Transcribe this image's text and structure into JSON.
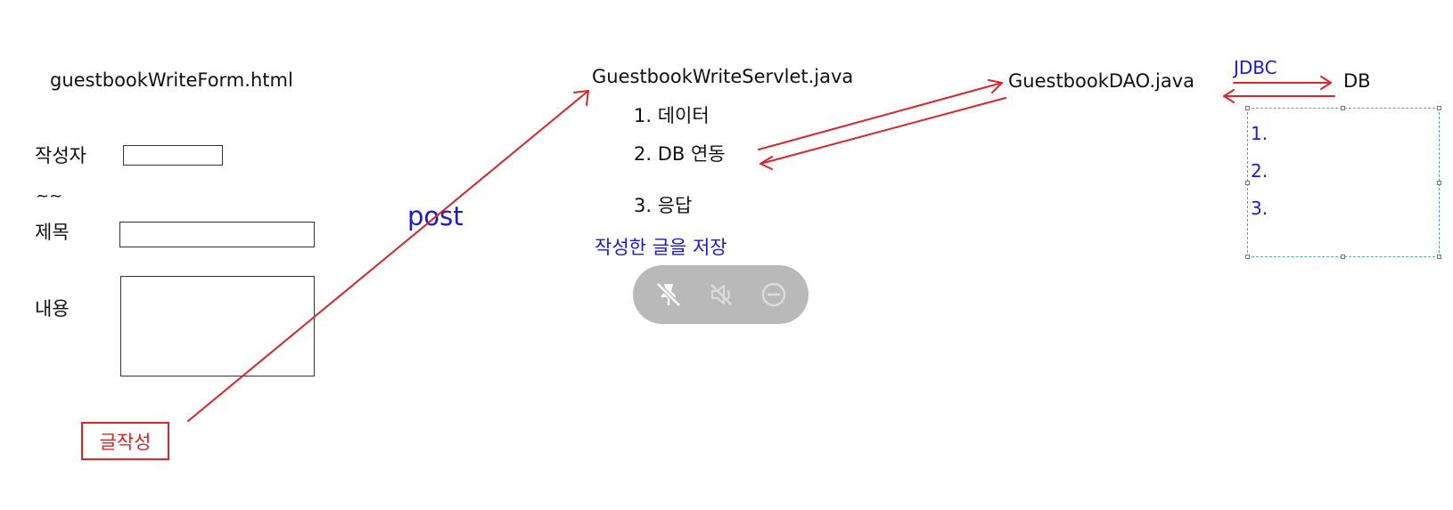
{
  "form": {
    "title": "guestbookWriteForm.html",
    "author_label": "작성자",
    "tilde": "~~",
    "subject_label": "제목",
    "content_label": "내용",
    "submit_label": "글작성"
  },
  "arrow_label_post": "post",
  "servlet": {
    "title": "GuestbookWriteServlet.java",
    "steps": [
      "1. 데이터",
      "2. DB 연동",
      "3. 응답"
    ],
    "note": "작성한 글을 저장"
  },
  "dao": {
    "title": "GuestbookDAO.java",
    "jdbc_label": "JDBC",
    "db_label": "DB",
    "list": [
      "1.",
      "2.",
      "3."
    ]
  },
  "toolbar": {
    "icons": [
      "unpin-icon",
      "mute-icon",
      "minus-circle-icon"
    ]
  },
  "colors": {
    "arrow": "#d9262b",
    "blue_text": "#1a1ad0",
    "toolbar_bg": "#b9b9b9"
  }
}
